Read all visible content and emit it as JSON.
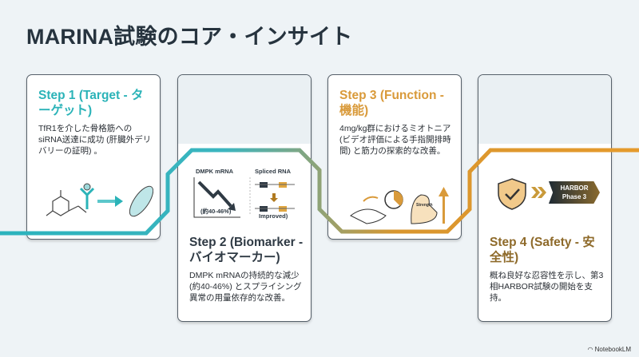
{
  "title": "MARINA試験のコア・インサイト",
  "steps": [
    {
      "title": "Step 1 (Target - ターゲット)",
      "desc": "TfR1を介した骨格筋へのsiRNA送達に成功 (肝臓外デリバリーの証明) 。",
      "color": "#2bb3b8"
    },
    {
      "title": "Step 2 (Biomarker - バイオマーカー)",
      "desc": "DMPK mRNAの持続的な減少 (約40-46%) とスプライシング異常の用量依存的な改善。",
      "color": "#2f3a44",
      "figure": {
        "left_label": "DMPK mRNA",
        "left_value": "(約40-46%)",
        "right_label": "Spliced RNA",
        "right_result": "Improved)"
      }
    },
    {
      "title": "Step 3 (Function - 機能)",
      "desc": "4mg/kg群におけるミオトニア (ビデオ評価による手指開排時間) と筋力の探索的な改善。",
      "color": "#d99a3a",
      "figure": {
        "strength_label": "Strength"
      }
    },
    {
      "title": "Step 4 (Safety - 安全性)",
      "desc": "概ね良好な忍容性を示し、第3相HARBOR試験の開始を支持。",
      "color": "#8e6a2a",
      "figure": {
        "badge_line1": "HARBOR",
        "badge_line2": "Phase 3"
      }
    }
  ],
  "footer": "NotebookLM"
}
